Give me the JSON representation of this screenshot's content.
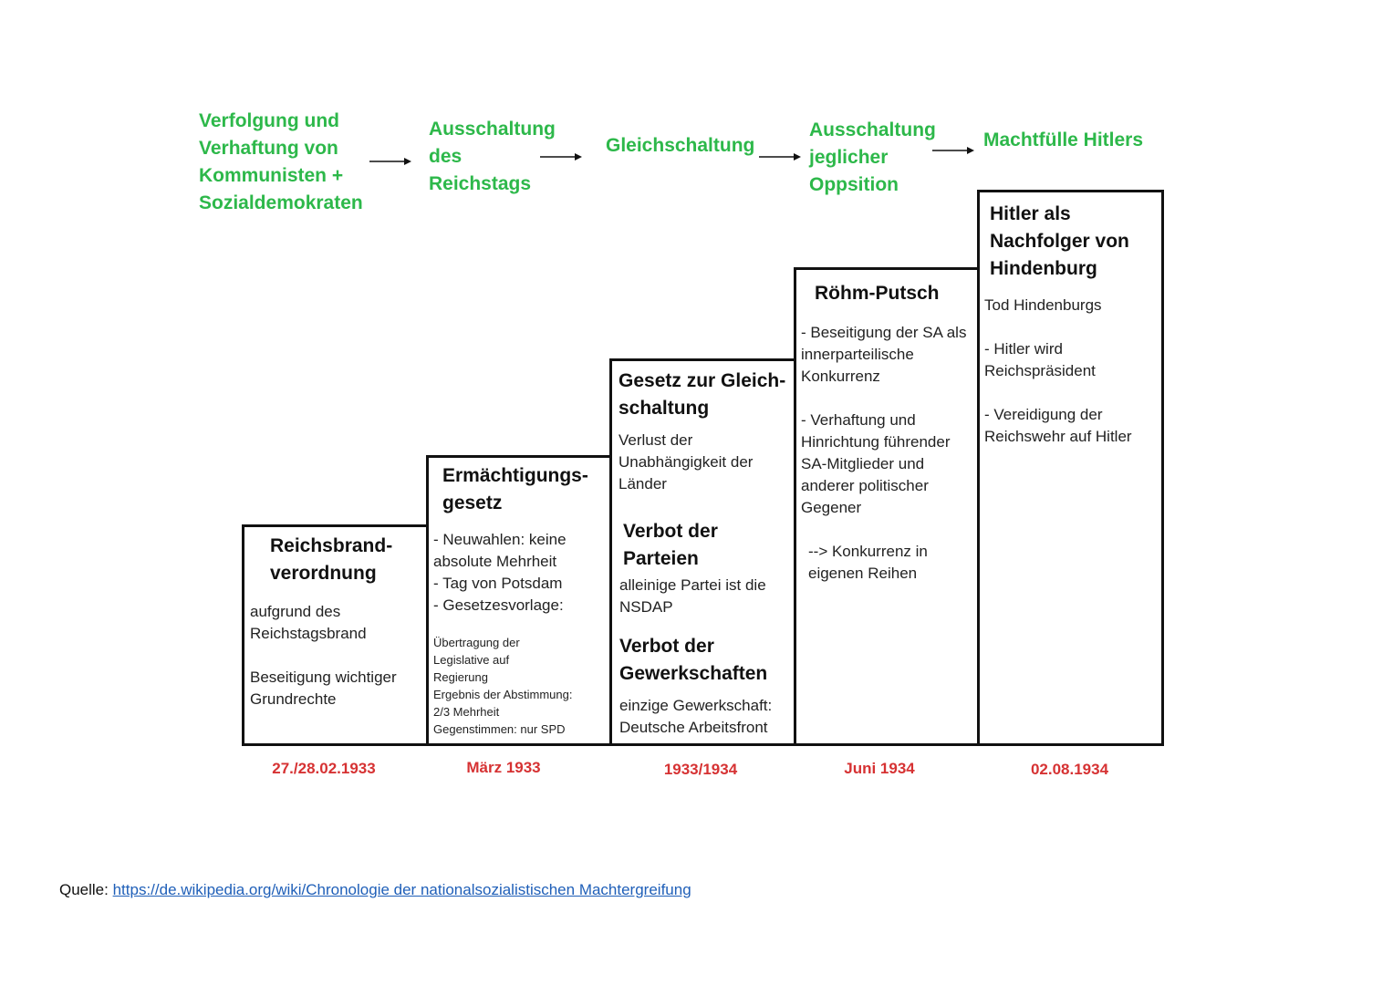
{
  "phases": [
    "Verfolgung und\nVerhaftung von\nKommunisten +\nSozialdemokraten",
    "Ausschaltung\ndes\nReichstags",
    "Gleichschaltung",
    "Ausschaltung\njeglicher\nOppsition",
    "Machtfülle Hitlers"
  ],
  "steps": [
    {
      "title": "Reichsbrand-\nverordnung",
      "text1": "aufgrund des\nReichstagsbrand",
      "text2": "Beseitigung wichtiger\nGrundrechte"
    },
    {
      "title": "Ermächtigungs-\ngesetz",
      "text1": "- Neuwahlen: keine\nabsolute Mehrheit\n- Tag von Potsdam\n- Gesetzesvorlage:",
      "small": "Übertragung der\nLegislative auf\nRegierung\nErgebnis der Abstimmung:\n2/3 Mehrheit\nGegenstimmen: nur SPD"
    },
    {
      "title": "Gesetz zur Gleich-\nschaltung",
      "text1": "Verlust der\nUnabhängigkeit der\nLänder",
      "title2": "Verbot der\nParteien",
      "text2": "alleinige Partei ist die\nNSDAP",
      "title3": "Verbot der\nGewerkschaften",
      "text3": "einzige Gewerkschaft:\nDeutsche Arbeitsfront"
    },
    {
      "title": "Röhm-Putsch",
      "text1": "- Beseitigung der SA als\ninnerparteilische\nKonkurrenz",
      "text2": "- Verhaftung und\nHinrichtung führender\nSA-Mitglieder und\nanderer politischer\nGegener",
      "text3": "--> Konkurrenz in\n      eigenen Reihen"
    },
    {
      "title": "Hitler als\nNachfolger von\nHindenburg",
      "text1": "Tod Hindenburgs",
      "text2": "- Hitler wird\nReichspräsident",
      "text3": "- Vereidigung der\nReichswehr auf Hitler"
    }
  ],
  "dates": [
    "27./28.02.1933",
    "März 1933",
    "1933/1934",
    "Juni 1934",
    "02.08.1934"
  ],
  "source": {
    "label": "Quelle: ",
    "url": "https://de.wikipedia.org/wiki/Chronologie_der_nationalsozialistischen_Machtergreifung",
    "url_display": "https://de.wikipedia.org/wiki/Chronologie  der  nationalsozialistischen  Machtergreifung"
  },
  "colors": {
    "phase": "#2db84a",
    "date": "#d63233",
    "border": "#111111",
    "link": "#1f5fb8"
  }
}
